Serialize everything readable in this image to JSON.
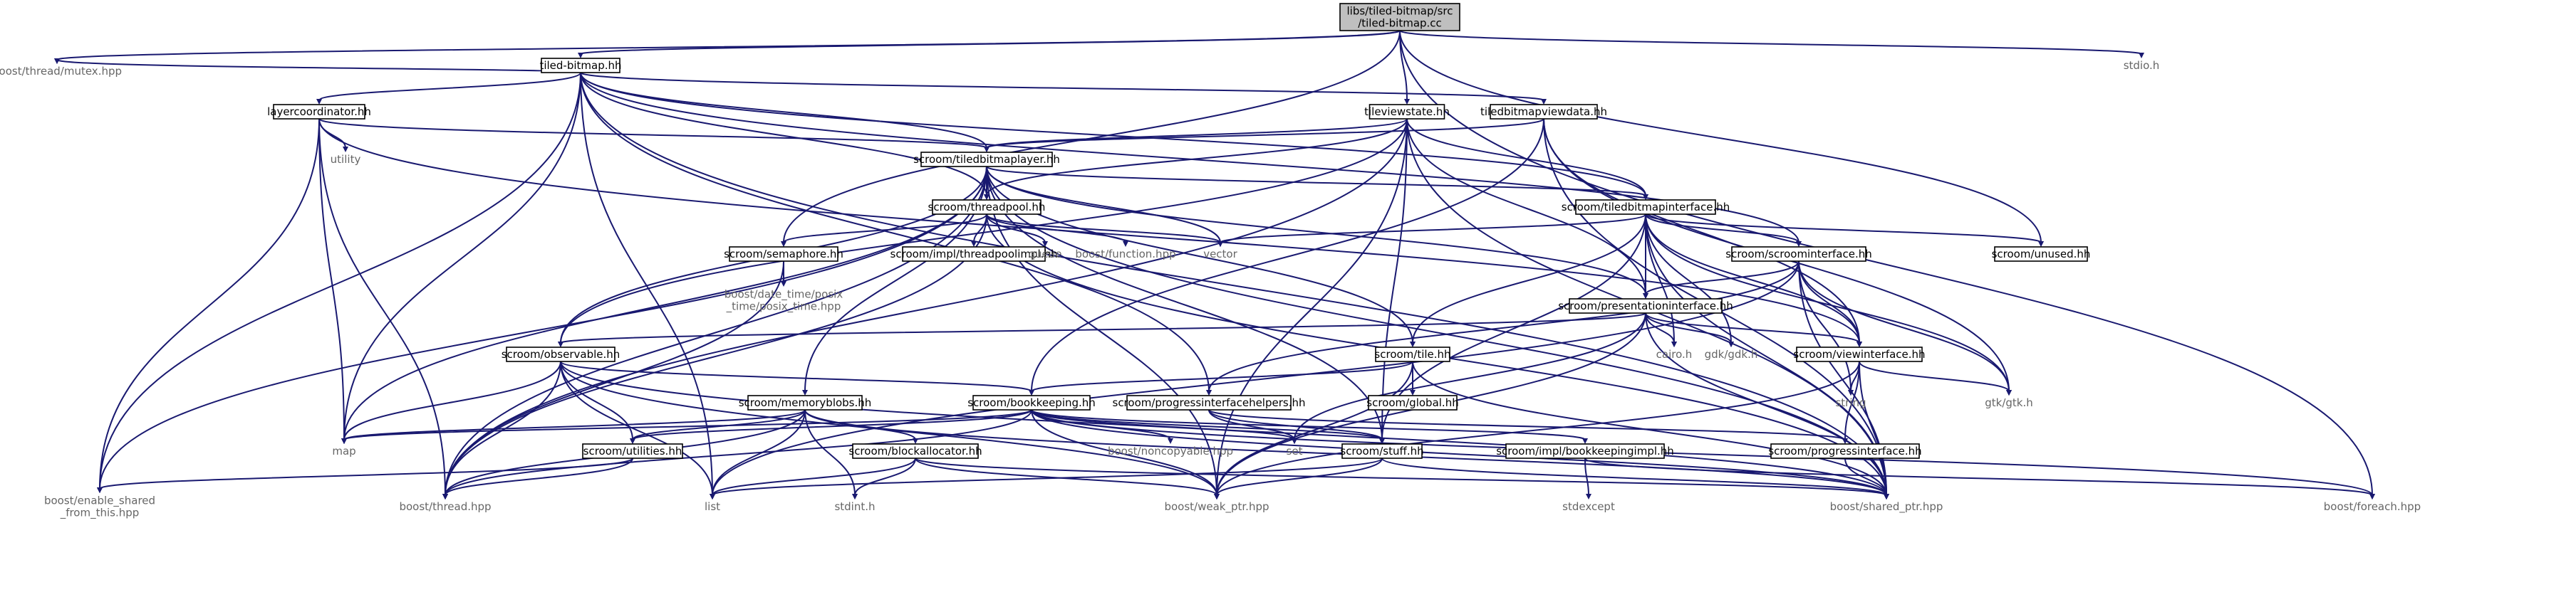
{
  "diagram": {
    "root": {
      "id": "root",
      "lines": [
        "libs/tiled-bitmap/src",
        "/tiled-bitmap.cc"
      ]
    },
    "nodes": [
      {
        "id": "tiled_bitmap_hh",
        "lines": [
          "tiled-bitmap.hh"
        ],
        "boxed": true
      },
      {
        "id": "boost_thread_mutex",
        "lines": [
          "boost/thread/mutex.hpp"
        ],
        "boxed": false
      },
      {
        "id": "stdio_h",
        "lines": [
          "stdio.h"
        ],
        "boxed": false
      },
      {
        "id": "layercoordinator",
        "lines": [
          "layercoordinator.hh"
        ],
        "boxed": true
      },
      {
        "id": "utility",
        "lines": [
          "utility"
        ],
        "boxed": false
      },
      {
        "id": "tileviewstate",
        "lines": [
          "tileviewstate.hh"
        ],
        "boxed": true
      },
      {
        "id": "tiledbitmapviewdata",
        "lines": [
          "tiledbitmapviewdata.hh"
        ],
        "boxed": true
      },
      {
        "id": "tiledbitmaplayer",
        "lines": [
          "scroom/tiledbitmaplayer.hh"
        ],
        "boxed": true
      },
      {
        "id": "threadpool",
        "lines": [
          "scroom/threadpool.hh"
        ],
        "boxed": true
      },
      {
        "id": "tiledbitmapinterface",
        "lines": [
          "scroom/tiledbitmapinterface.hh"
        ],
        "boxed": true
      },
      {
        "id": "semaphore",
        "lines": [
          "scroom/semaphore.hh"
        ],
        "boxed": true
      },
      {
        "id": "threadpoolimpl",
        "lines": [
          "scroom/impl/threadpoolimpl.hh"
        ],
        "boxed": true
      },
      {
        "id": "queue",
        "lines": [
          "queue"
        ],
        "boxed": false
      },
      {
        "id": "boost_function",
        "lines": [
          "boost/function.hpp"
        ],
        "boxed": false
      },
      {
        "id": "vector",
        "lines": [
          "vector"
        ],
        "boxed": false
      },
      {
        "id": "posix_time",
        "lines": [
          "boost/date_time/posix",
          "_time/posix_time.hpp"
        ],
        "boxed": false
      },
      {
        "id": "scroominterface",
        "lines": [
          "scroom/scroominterface.hh"
        ],
        "boxed": true
      },
      {
        "id": "unused",
        "lines": [
          "scroom/unused.hh"
        ],
        "boxed": true
      },
      {
        "id": "presentationinterface",
        "lines": [
          "scroom/presentationinterface.hh"
        ],
        "boxed": true
      },
      {
        "id": "observable",
        "lines": [
          "scroom/observable.hh"
        ],
        "boxed": true
      },
      {
        "id": "tile",
        "lines": [
          "scroom/tile.hh"
        ],
        "boxed": true
      },
      {
        "id": "cairo_h",
        "lines": [
          "cairo.h"
        ],
        "boxed": false
      },
      {
        "id": "gdk_h",
        "lines": [
          "gdk/gdk.h"
        ],
        "boxed": false
      },
      {
        "id": "viewinterface",
        "lines": [
          "scroom/viewinterface.hh"
        ],
        "boxed": true
      },
      {
        "id": "string",
        "lines": [
          "string"
        ],
        "boxed": false
      },
      {
        "id": "gtk_h",
        "lines": [
          "gtk/gtk.h"
        ],
        "boxed": false
      },
      {
        "id": "global",
        "lines": [
          "scroom/global.hh"
        ],
        "boxed": true
      },
      {
        "id": "memoryblobs",
        "lines": [
          "scroom/memoryblobs.hh"
        ],
        "boxed": true
      },
      {
        "id": "bookkeeping",
        "lines": [
          "scroom/bookkeeping.hh"
        ],
        "boxed": true
      },
      {
        "id": "progressinterfacehelpers",
        "lines": [
          "scroom/progressinterfacehelpers.hh"
        ],
        "boxed": true
      },
      {
        "id": "map",
        "lines": [
          "map"
        ],
        "boxed": false
      },
      {
        "id": "utilities",
        "lines": [
          "scroom/utilities.hh"
        ],
        "boxed": true
      },
      {
        "id": "blockallocator",
        "lines": [
          "scroom/blockallocator.hh"
        ],
        "boxed": true
      },
      {
        "id": "boost_noncopyable",
        "lines": [
          "boost/noncopyable.hpp"
        ],
        "boxed": false
      },
      {
        "id": "set",
        "lines": [
          "set"
        ],
        "boxed": false
      },
      {
        "id": "stuff",
        "lines": [
          "scroom/stuff.hh"
        ],
        "boxed": true
      },
      {
        "id": "bookkeepingimpl",
        "lines": [
          "scroom/impl/bookkeepingimpl.hh"
        ],
        "boxed": true
      },
      {
        "id": "progressinterface",
        "lines": [
          "scroom/progressinterface.hh"
        ],
        "boxed": true
      },
      {
        "id": "enable_shared",
        "lines": [
          "boost/enable_shared",
          "_from_this.hpp"
        ],
        "boxed": false
      },
      {
        "id": "boost_thread",
        "lines": [
          "boost/thread.hpp"
        ],
        "boxed": false
      },
      {
        "id": "list",
        "lines": [
          "list"
        ],
        "boxed": false
      },
      {
        "id": "stdint_h",
        "lines": [
          "stdint.h"
        ],
        "boxed": false
      },
      {
        "id": "weak_ptr",
        "lines": [
          "boost/weak_ptr.hpp"
        ],
        "boxed": false
      },
      {
        "id": "stdexcept",
        "lines": [
          "stdexcept"
        ],
        "boxed": false
      },
      {
        "id": "shared_ptr",
        "lines": [
          "boost/shared_ptr.hpp"
        ],
        "boxed": false
      },
      {
        "id": "foreach",
        "lines": [
          "boost/foreach.hpp"
        ],
        "boxed": false
      }
    ],
    "edges": [
      [
        "root",
        "tiled_bitmap_hh"
      ],
      [
        "root",
        "boost_thread_mutex"
      ],
      [
        "root",
        "stdio_h"
      ],
      [
        "root",
        "tileviewstate"
      ],
      [
        "root",
        "semaphore"
      ],
      [
        "root",
        "unused"
      ],
      [
        "root",
        "foreach"
      ],
      [
        "tiled_bitmap_hh",
        "boost_thread_mutex"
      ],
      [
        "tiled_bitmap_hh",
        "layercoordinator"
      ],
      [
        "tiled_bitmap_hh",
        "tiledbitmaplayer"
      ],
      [
        "tiled_bitmap_hh",
        "threadpool"
      ],
      [
        "tiled_bitmap_hh",
        "tiledbitmapviewdata"
      ],
      [
        "tiled_bitmap_hh",
        "tiledbitmapinterface"
      ],
      [
        "tiled_bitmap_hh",
        "scroominterface"
      ],
      [
        "tiled_bitmap_hh",
        "progressinterfacehelpers"
      ],
      [
        "tiled_bitmap_hh",
        "map"
      ],
      [
        "tiled_bitmap_hh",
        "list"
      ],
      [
        "tiled_bitmap_hh",
        "enable_shared"
      ],
      [
        "tiled_bitmap_hh",
        "shared_ptr"
      ],
      [
        "layercoordinator",
        "utility"
      ],
      [
        "layercoordinator",
        "map"
      ],
      [
        "layercoordinator",
        "tiledbitmaplayer"
      ],
      [
        "layercoordinator",
        "enable_shared"
      ],
      [
        "layercoordinator",
        "boost_thread"
      ],
      [
        "layercoordinator",
        "viewinterface"
      ],
      [
        "tileviewstate",
        "tiledbitmaplayer"
      ],
      [
        "tileviewstate",
        "threadpool"
      ],
      [
        "tileviewstate",
        "tiledbitmapinterface"
      ],
      [
        "tileviewstate",
        "observable"
      ],
      [
        "tileviewstate",
        "stuff"
      ],
      [
        "tileviewstate",
        "weak_ptr"
      ],
      [
        "tileviewstate",
        "shared_ptr"
      ],
      [
        "tileviewstate",
        "boost_thread"
      ],
      [
        "tileviewstate",
        "presentationinterface"
      ],
      [
        "tiledbitmapviewdata",
        "tiledbitmaplayer"
      ],
      [
        "tiledbitmapviewdata",
        "viewinterface"
      ],
      [
        "tiledbitmapviewdata",
        "bookkeeping"
      ],
      [
        "tiledbitmapviewdata",
        "gtk_h"
      ],
      [
        "tiledbitmapviewdata",
        "shared_ptr"
      ],
      [
        "tiledbitmaplayer",
        "threadpool"
      ],
      [
        "tiledbitmaplayer",
        "tiledbitmapinterface"
      ],
      [
        "tiledbitmaplayer",
        "vector"
      ],
      [
        "tiledbitmaplayer",
        "observable"
      ],
      [
        "tiledbitmaplayer",
        "tile"
      ],
      [
        "tiledbitmaplayer",
        "memoryblobs"
      ],
      [
        "tiledbitmaplayer",
        "stuff"
      ],
      [
        "tiledbitmaplayer",
        "map"
      ],
      [
        "tiledbitmaplayer",
        "boost_thread"
      ],
      [
        "tiledbitmaplayer",
        "enable_shared"
      ],
      [
        "tiledbitmaplayer",
        "weak_ptr"
      ],
      [
        "tiledbitmaplayer",
        "shared_ptr"
      ],
      [
        "tiledbitmaplayer",
        "presentationinterface"
      ],
      [
        "threadpool",
        "semaphore"
      ],
      [
        "threadpool",
        "threadpoolimpl"
      ],
      [
        "threadpool",
        "queue"
      ],
      [
        "threadpool",
        "boost_function"
      ],
      [
        "threadpool",
        "vector"
      ],
      [
        "threadpool",
        "boost_thread"
      ],
      [
        "threadpool",
        "shared_ptr"
      ],
      [
        "semaphore",
        "posix_time"
      ],
      [
        "semaphore",
        "boost_thread"
      ],
      [
        "tiledbitmapinterface",
        "vector"
      ],
      [
        "tiledbitmapinterface",
        "scroominterface"
      ],
      [
        "tiledbitmapinterface",
        "unused"
      ],
      [
        "tiledbitmapinterface",
        "presentationinterface"
      ],
      [
        "tiledbitmapinterface",
        "tile"
      ],
      [
        "tiledbitmapinterface",
        "cairo_h"
      ],
      [
        "tiledbitmapinterface",
        "gdk_h"
      ],
      [
        "tiledbitmapinterface",
        "viewinterface"
      ],
      [
        "tiledbitmapinterface",
        "gtk_h"
      ],
      [
        "tiledbitmapinterface",
        "stuff"
      ],
      [
        "tiledbitmapinterface",
        "shared_ptr"
      ],
      [
        "scroominterface",
        "presentationinterface"
      ],
      [
        "scroominterface",
        "viewinterface"
      ],
      [
        "scroominterface",
        "string"
      ],
      [
        "scroominterface",
        "gtk_h"
      ],
      [
        "scroominterface",
        "list"
      ],
      [
        "scroominterface",
        "shared_ptr"
      ],
      [
        "scroominterface",
        "progressinterfacehelpers"
      ],
      [
        "presentationinterface",
        "observable"
      ],
      [
        "presentationinterface",
        "cairo_h"
      ],
      [
        "presentationinterface",
        "gdk_h"
      ],
      [
        "presentationinterface",
        "viewinterface"
      ],
      [
        "presentationinterface",
        "set"
      ],
      [
        "presentationinterface",
        "weak_ptr"
      ],
      [
        "presentationinterface",
        "shared_ptr"
      ],
      [
        "viewinterface",
        "string"
      ],
      [
        "viewinterface",
        "gtk_h"
      ],
      [
        "viewinterface",
        "progressinterface"
      ],
      [
        "viewinterface",
        "weak_ptr"
      ],
      [
        "viewinterface",
        "shared_ptr"
      ],
      [
        "tile",
        "global"
      ],
      [
        "tile",
        "bookkeeping"
      ],
      [
        "tile",
        "weak_ptr"
      ],
      [
        "tile",
        "shared_ptr"
      ],
      [
        "observable",
        "map"
      ],
      [
        "observable",
        "list"
      ],
      [
        "observable",
        "utilities"
      ],
      [
        "observable",
        "bookkeeping"
      ],
      [
        "observable",
        "boost_thread"
      ],
      [
        "observable",
        "weak_ptr"
      ],
      [
        "observable",
        "shared_ptr"
      ],
      [
        "memoryblobs",
        "map"
      ],
      [
        "memoryblobs",
        "list"
      ],
      [
        "memoryblobs",
        "utilities"
      ],
      [
        "memoryblobs",
        "blockallocator"
      ],
      [
        "memoryblobs",
        "stdint_h"
      ],
      [
        "memoryblobs",
        "boost_thread"
      ],
      [
        "memoryblobs",
        "shared_ptr"
      ],
      [
        "bookkeeping",
        "map"
      ],
      [
        "bookkeeping",
        "utilities"
      ],
      [
        "bookkeeping",
        "boost_noncopyable"
      ],
      [
        "bookkeeping",
        "set"
      ],
      [
        "bookkeeping",
        "stuff"
      ],
      [
        "bookkeeping",
        "bookkeepingimpl"
      ],
      [
        "bookkeeping",
        "boost_thread"
      ],
      [
        "bookkeeping",
        "weak_ptr"
      ],
      [
        "bookkeeping",
        "shared_ptr"
      ],
      [
        "bookkeeping",
        "foreach"
      ],
      [
        "progressinterfacehelpers",
        "progressinterface"
      ],
      [
        "progressinterfacehelpers",
        "stuff"
      ],
      [
        "progressinterfacehelpers",
        "set"
      ],
      [
        "utilities",
        "enable_shared"
      ],
      [
        "utilities",
        "boost_thread"
      ],
      [
        "blockallocator",
        "list"
      ],
      [
        "blockallocator",
        "stdint_h"
      ],
      [
        "blockallocator",
        "weak_ptr"
      ],
      [
        "blockallocator",
        "shared_ptr"
      ],
      [
        "stuff",
        "list"
      ],
      [
        "stuff",
        "weak_ptr"
      ],
      [
        "stuff",
        "shared_ptr"
      ],
      [
        "bookkeepingimpl",
        "stdexcept"
      ],
      [
        "bookkeepingimpl",
        "foreach"
      ],
      [
        "progressinterface",
        "shared_ptr"
      ]
    ]
  }
}
